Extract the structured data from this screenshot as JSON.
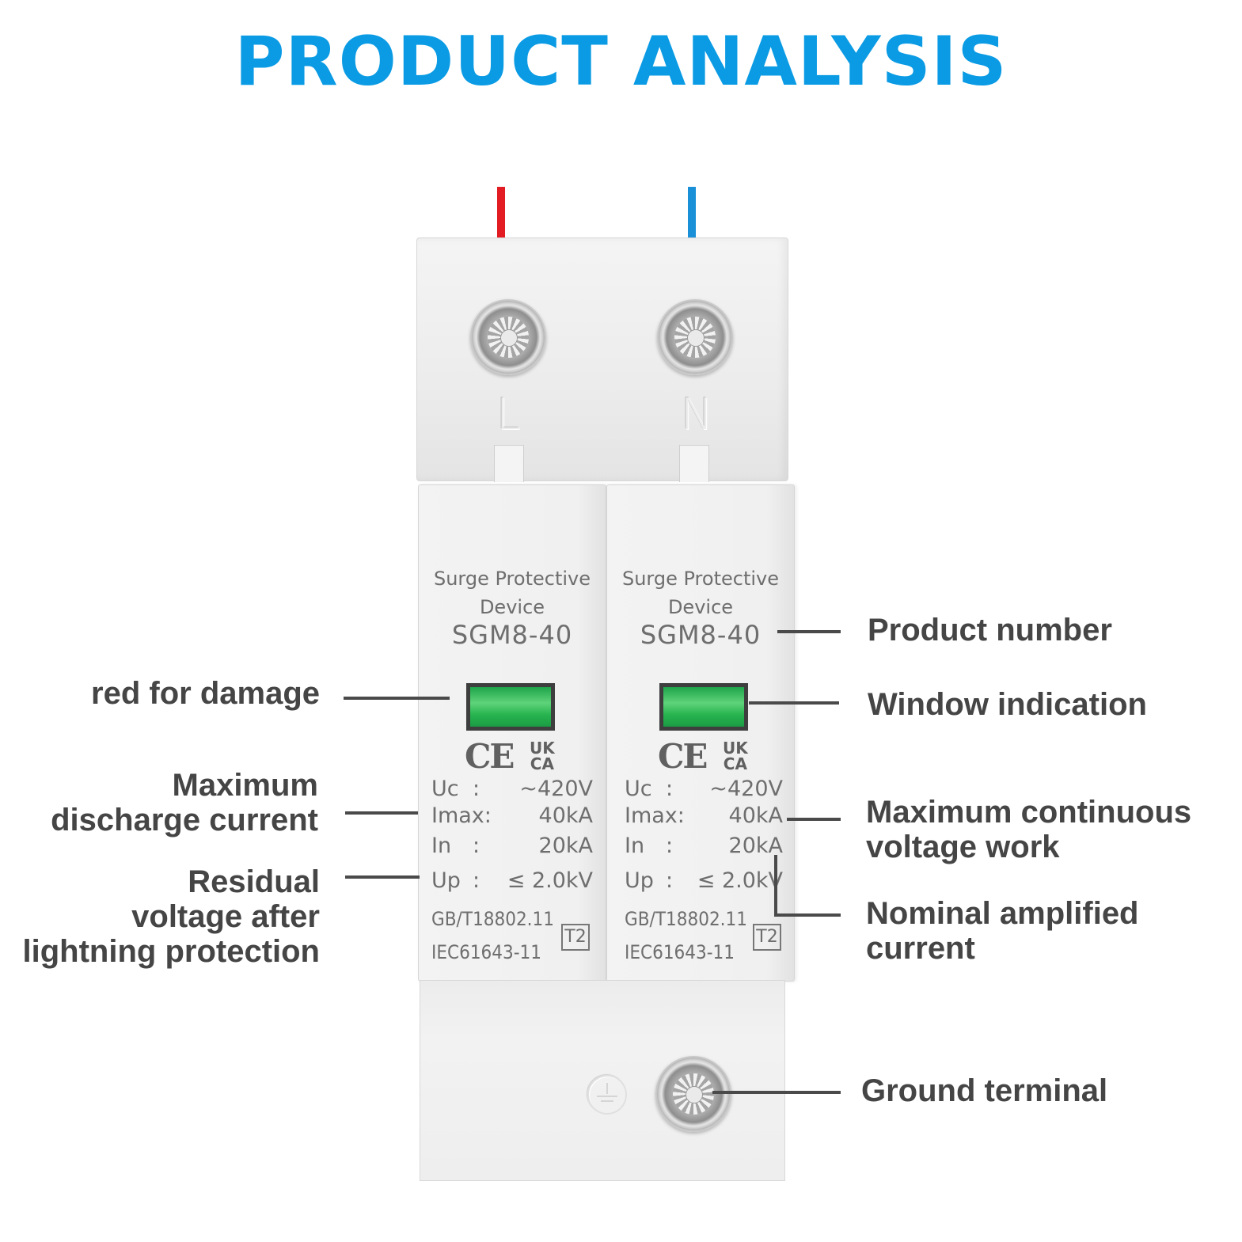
{
  "title": "PRODUCT ANALYSIS",
  "colors": {
    "title": "#0a9be4",
    "live_wire": "#e31b23",
    "neutral_wire": "#1990d8",
    "indicator_green": "#27b44f",
    "callout_text": "#454545"
  },
  "device": {
    "terminal_labels": [
      "L",
      "N"
    ],
    "modules": [
      {
        "name_line1": "Surge Protective",
        "name_line2": "Device",
        "model": "SGM8-40",
        "marks": {
          "ce": "CE",
          "ukca_top": "UK",
          "ukca_bottom": "CA"
        },
        "specs": [
          {
            "key": "Uc",
            "sep": ":",
            "value": "~420V"
          },
          {
            "key": "Imax:",
            "sep": "",
            "value": "40kA"
          },
          {
            "key": "In",
            "sep": ":",
            "value": "20kA"
          },
          {
            "key": "Up",
            "sep": ":",
            "value": "≤ 2.0kV"
          }
        ],
        "standards": [
          "GB/T18802.11",
          "IEC61643-11"
        ],
        "class": "T2"
      },
      {
        "name_line1": "Surge Protective",
        "name_line2": "Device",
        "model": "SGM8-40",
        "marks": {
          "ce": "CE",
          "ukca_top": "UK",
          "ukca_bottom": "CA"
        },
        "specs": [
          {
            "key": "Uc",
            "sep": ":",
            "value": "~420V"
          },
          {
            "key": "Imax:",
            "sep": "",
            "value": "40kA"
          },
          {
            "key": "In",
            "sep": ":",
            "value": "20kA"
          },
          {
            "key": "Up",
            "sep": ":",
            "value": "≤ 2.0kV"
          }
        ],
        "standards": [
          "GB/T18802.11",
          "IEC61643-11"
        ],
        "class": "T2"
      }
    ]
  },
  "callouts": {
    "product_number": "Product number",
    "red_for_damage": "red for damage",
    "window_indication": "Window indication",
    "max_discharge_line1": "Maximum",
    "max_discharge_line2": "discharge current",
    "max_continuous_line1": "Maximum continuous",
    "max_continuous_line2": "voltage work",
    "residual_line1": "Residual",
    "residual_line2": "voltage after",
    "residual_line3": "lightning protection",
    "nominal_line1": "Nominal amplified",
    "nominal_line2": "current",
    "ground_terminal": "Ground terminal"
  }
}
